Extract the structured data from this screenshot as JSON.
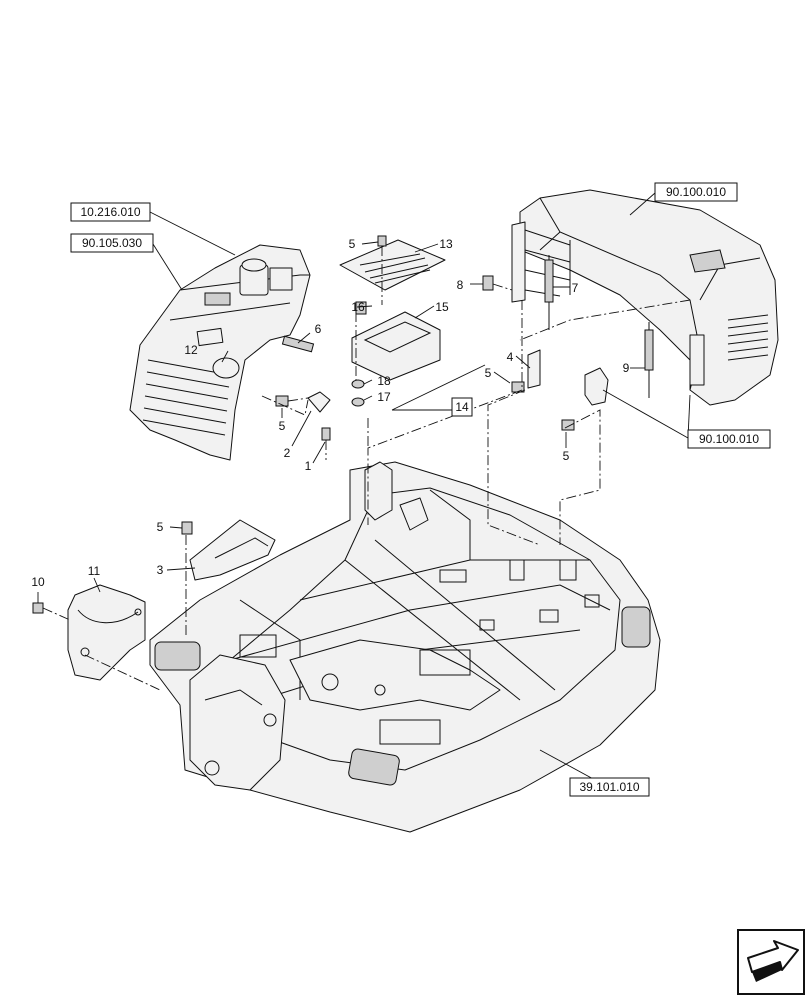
{
  "references": {
    "ref_top_left": "10.216.010",
    "ref_left": "90.105.030",
    "ref_top_right": "90.100.010",
    "ref_right": "90.100.010",
    "ref_bottom": "39.101.010",
    "ref_14": "14"
  },
  "callouts": {
    "c1": "1",
    "c2": "2",
    "c3": "3",
    "c4": "4",
    "c5a": "5",
    "c5b": "5",
    "c5c": "5",
    "c5d": "5",
    "c5e": "5",
    "c6": "6",
    "c7": "7",
    "c8": "8",
    "c9": "9",
    "c10": "10",
    "c11": "11",
    "c12": "12",
    "c13": "13",
    "c15": "15",
    "c16": "16",
    "c17": "17",
    "c18": "18"
  },
  "icons": {
    "nav_icon": "next-page-arrow-icon"
  }
}
